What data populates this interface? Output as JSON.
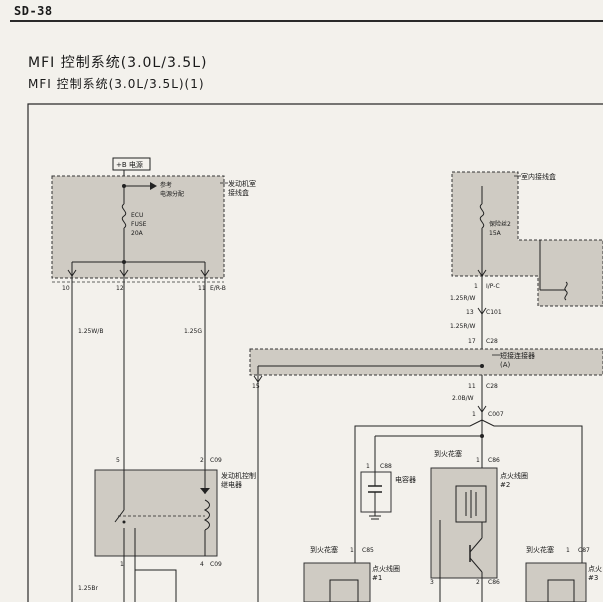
{
  "header": {
    "page_code": "SD-38"
  },
  "titles": {
    "main": "MFI 控制系统(3.0L/3.5L)",
    "sub": "MFI 控制系统(3.0L/3.5L)(1)"
  },
  "power_source": "+B 电源",
  "engine_box": {
    "label_line1": "发动机室",
    "label_line2": "接线盒",
    "ref_line1": "参考",
    "ref_line2": "电源分配",
    "fuse_line1": "ECU",
    "fuse_line2": "FUSE",
    "fuse_line3": "20A"
  },
  "interior_box": {
    "label": "室内接线盒",
    "fuse_line1": "保险丝2",
    "fuse_line2": "15A"
  },
  "pins": {
    "p10": "10",
    "p12": "12",
    "p11": "11",
    "e_rb": "E/R-B",
    "p1": "1",
    "i_pc": "I/P-C",
    "p13": "13",
    "c101": "C101",
    "p17": "17",
    "c28a": "C28",
    "p11b": "11",
    "c28b": "C28",
    "p15": "15",
    "p1c": "1",
    "c007": "C007",
    "p5": "5",
    "p2": "2",
    "c09a": "C09",
    "p1d": "1",
    "p4": "4",
    "c09b": "C09",
    "p1e": "1",
    "c88": "C88",
    "p1f": "1",
    "c86a": "C86",
    "p3": "3",
    "p2b": "2",
    "c86b": "C86",
    "p1g": "1",
    "c85": "C85",
    "p1h": "1",
    "c87": "C87"
  },
  "wires": {
    "w1": "1.25W/B",
    "w2": "1.25G",
    "w3": "1.25R/W",
    "w4": "1.25R/W",
    "w5": "2.0B/W",
    "w6": "1.25Br"
  },
  "short_connector": {
    "line1": "短接连接器",
    "line2": "(A)"
  },
  "relay": {
    "line1": "发动机控制",
    "line2": "继电器"
  },
  "capacitor": "电容器",
  "to_spark_plug_1": "到火花塞",
  "coil2": {
    "line1": "点火线圈",
    "line2": "#2"
  },
  "to_spark_plug_2": "到火花塞",
  "coil1": {
    "line1": "点火线圈",
    "line2": "#1"
  },
  "to_spark_plug_3": "到火花塞",
  "coil3": {
    "line1": "点火",
    "line2": "#3"
  }
}
